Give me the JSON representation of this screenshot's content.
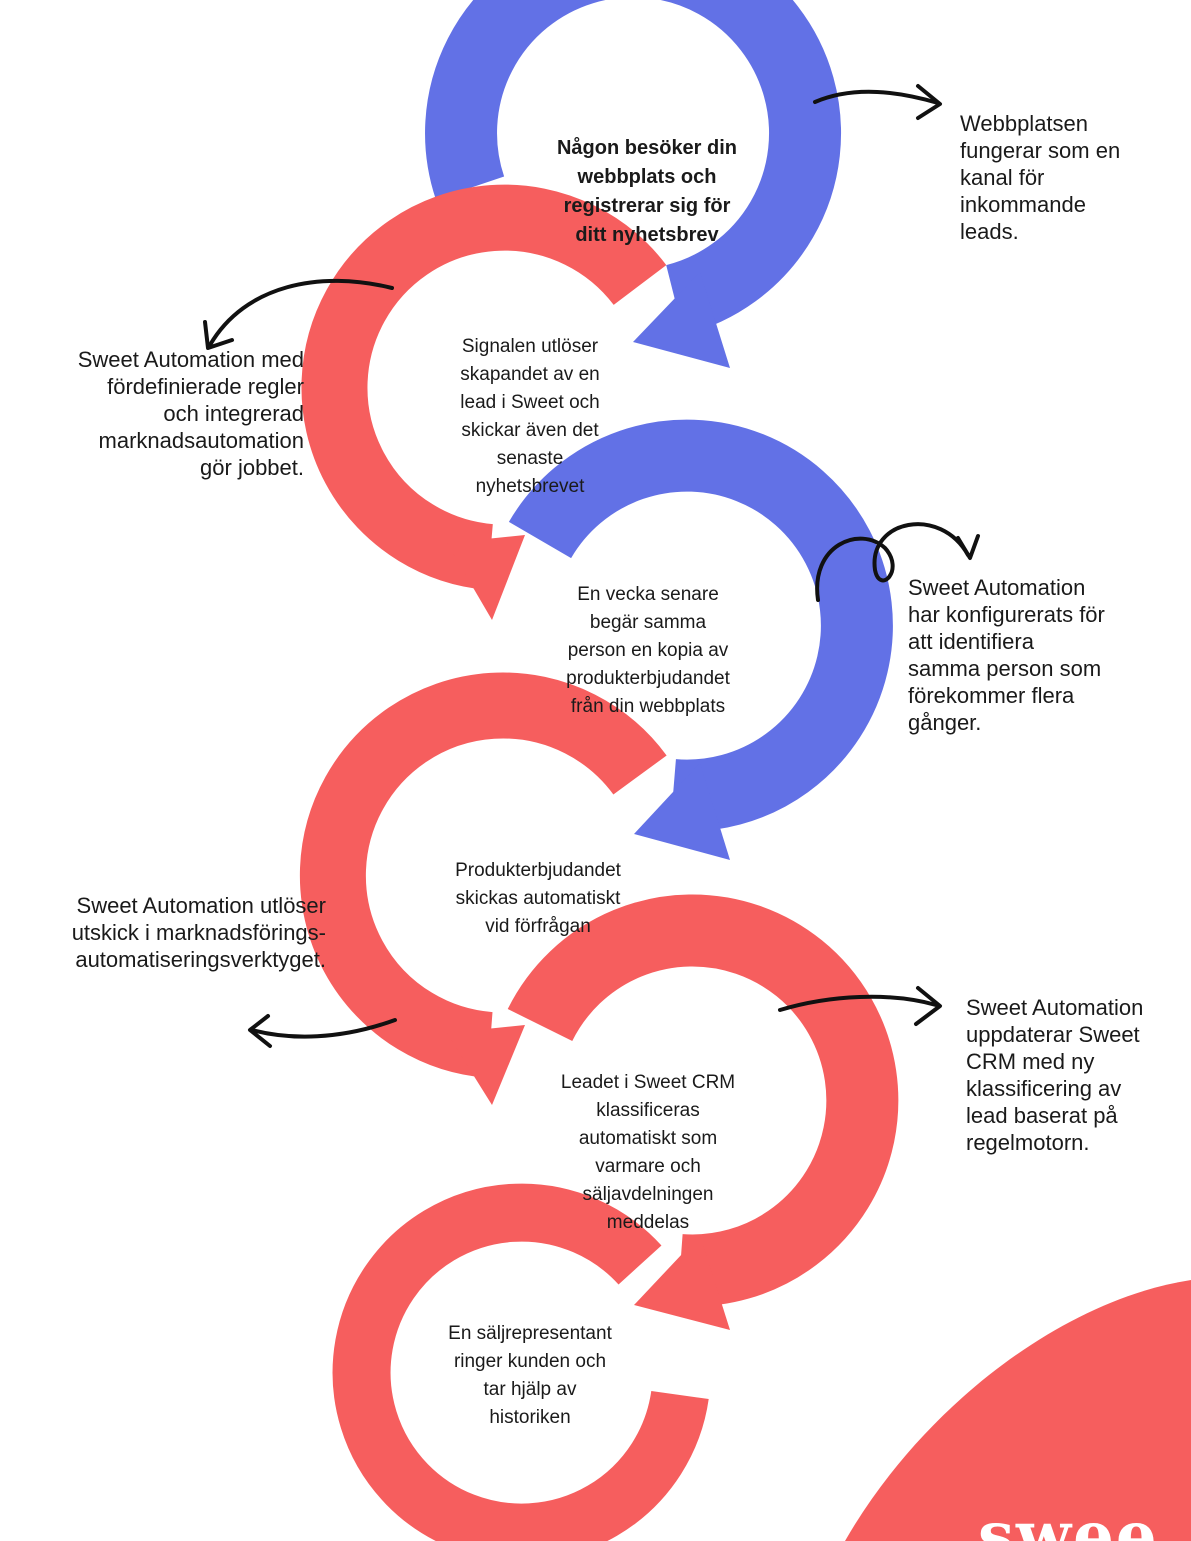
{
  "colors": {
    "blue": "#6271e6",
    "red": "#f65e5e",
    "ink": "#111111"
  },
  "steps": [
    {
      "text": "Någon besöker din\nwebbplats och\nregistrerar sig för\nditt nyhetsbrev",
      "color": "blue"
    },
    {
      "text": "Signalen utlöser\nskapandet av en\nlead i Sweet och\nskickar även det\nsenaste\nnyhetsbrevet",
      "color": "red"
    },
    {
      "text": "En vecka senare\nbegär samma\nperson en kopia av\nprodukterbjudandet\nfrån din webbplats",
      "color": "blue"
    },
    {
      "text": "Produkterbjudandet\nskickas automatiskt\nvid förfrågan",
      "color": "red"
    },
    {
      "text": "Leadet i Sweet CRM\nklassificeras\nautomatiskt som\nvarmare och\nsäljavdelningen\nmeddelas",
      "color": "red"
    },
    {
      "text": "En säljrepresentant\nringer kunden och\ntar hjälp av\nhistoriken",
      "color": "red"
    }
  ],
  "notes": [
    {
      "text": "Webbplatsen\nfungerar som en\nkanal för\ninkommande\nleads."
    },
    {
      "text": "Sweet Automation med\nfördefinierade regler\noch integrerad\nmarknadsautomation\ngör jobbet."
    },
    {
      "text": "Sweet Automation\nhar konfigurerats för\natt identifiera\nsamma person som\nförekommer flera\ngånger."
    },
    {
      "text": "Sweet Automation utlöser\nutskick i marknadsförings-\nautomatiseringsverktyget."
    },
    {
      "text": "Sweet Automation\nuppdaterar Sweet\nCRM med ny\nklassificering av\nlead baserat på\nregelmotorn."
    }
  ],
  "logo_text": "swee"
}
